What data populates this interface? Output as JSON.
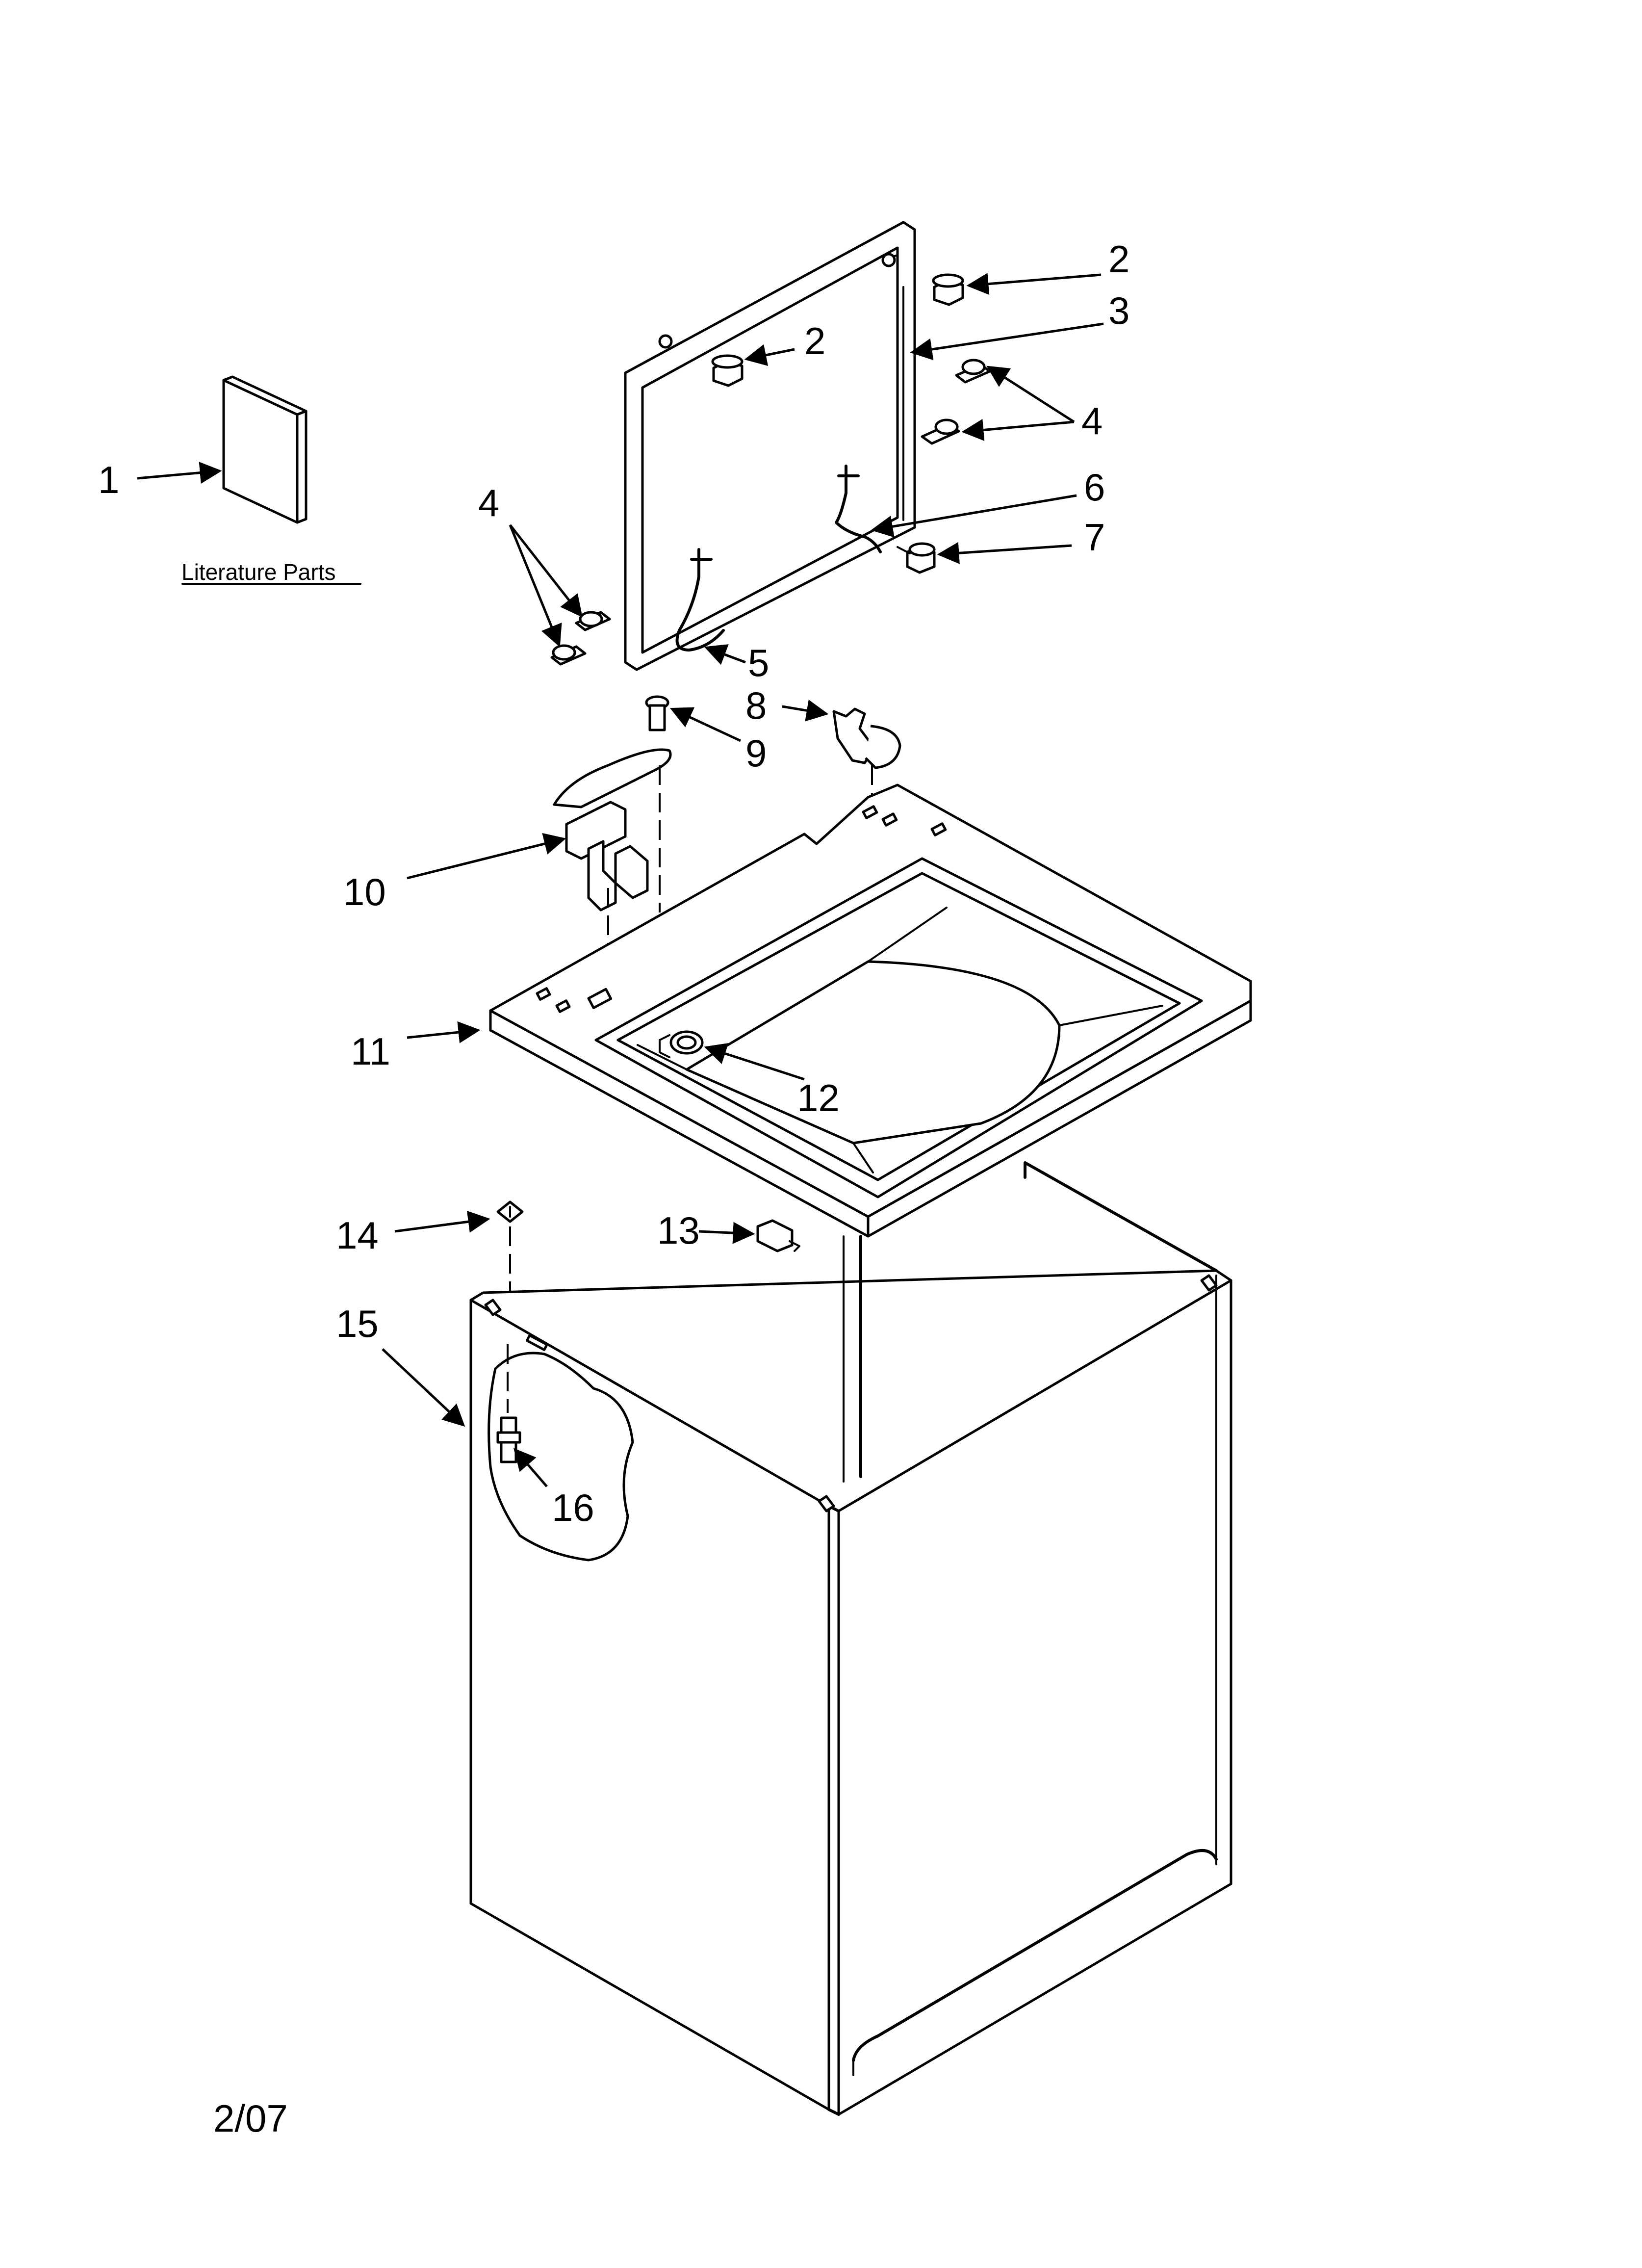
{
  "callouts": {
    "c1": "1",
    "c2a": "2",
    "c2b": "2",
    "c3": "3",
    "c4a": "4",
    "c4b": "4",
    "c5": "5",
    "c6": "6",
    "c7": "7",
    "c8": "8",
    "c9": "9",
    "c10": "10",
    "c11": "11",
    "c12": "12",
    "c13": "13",
    "c14": "14",
    "c15": "15",
    "c16": "16"
  },
  "literature_label": "Literature Parts",
  "date_code": "2/07"
}
